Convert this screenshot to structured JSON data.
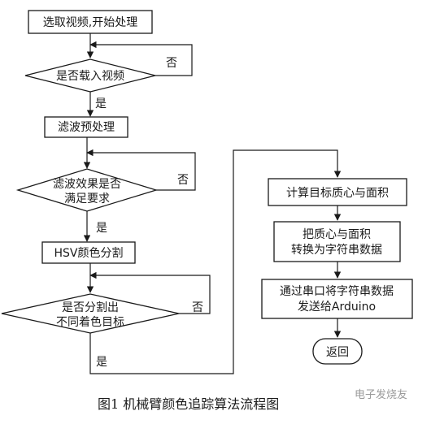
{
  "flowchart": {
    "nodes": {
      "start": "选取视频,开始处理",
      "load_q": "是否载入视频",
      "filter": "滤波预处理",
      "filter_q": [
        "滤波效果是否",
        "满足要求"
      ],
      "hsv": "HSV颜色分割",
      "seg_q": [
        "是否分割出",
        "不同着色目标"
      ],
      "compute": "计算目标质心与面积",
      "convert": [
        "把质心与面积",
        "转换为字符串数据"
      ],
      "send": [
        "通过串口将字符串数据",
        "发送给Arduino"
      ],
      "return": "返回"
    },
    "labels": {
      "no1": "否",
      "yes1": "是",
      "no2": "否",
      "yes2": "是",
      "no3": "否",
      "yes3": "是"
    }
  },
  "caption": "图1   机械臂颜色追踪算法流程图",
  "watermark": "电子发烧友"
}
